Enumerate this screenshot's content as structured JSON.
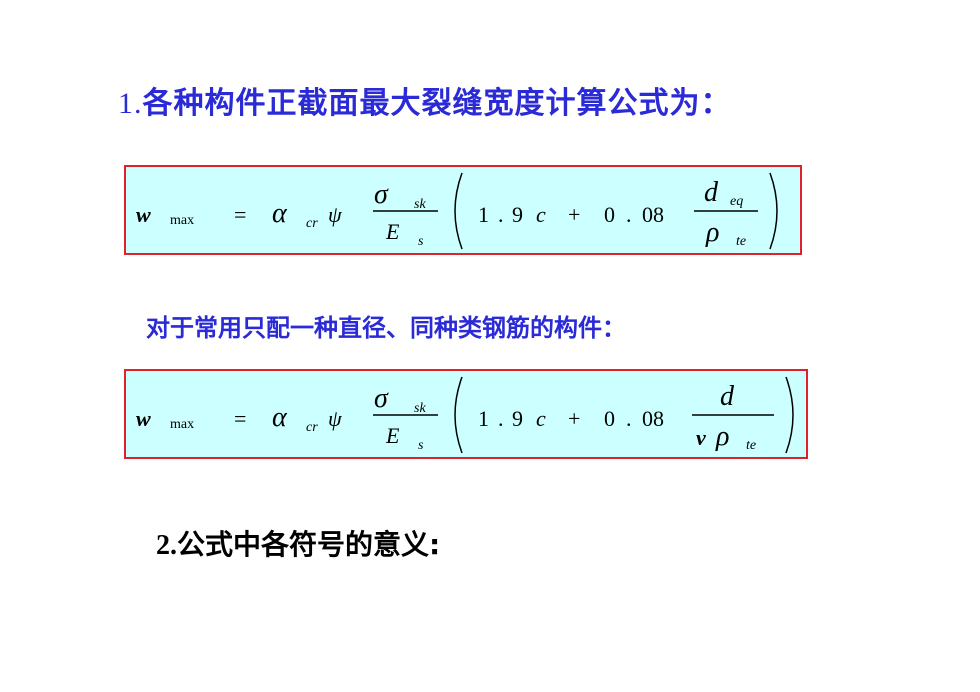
{
  "heading1": {
    "number": "1.",
    "text": "各种构件正截面最大裂缝宽度计算公式为："
  },
  "formula1": {
    "w": "w",
    "max": "max",
    "eq": "=",
    "alpha": "α",
    "cr": "cr",
    "psi": "ψ",
    "sigma": "σ",
    "sk": "sk",
    "E": "E",
    "s": "s",
    "c19a": "1",
    "dot1": ".",
    "c19b": "9",
    "c": "c",
    "plus": "+",
    "c008a": "0",
    "dot2": ".",
    "c008b": "08",
    "d": "d",
    "deq": "eq",
    "rho": "ρ",
    "te": "te"
  },
  "subheading": "对于常用只配一种直径、同种类钢筋的构件：",
  "formula2": {
    "w": "w",
    "max": "max",
    "eq": "=",
    "alpha": "α",
    "cr": "cr",
    "psi": "ψ",
    "sigma": "σ",
    "sk": "sk",
    "E": "E",
    "s": "s",
    "c19a": "1",
    "dot1": ".",
    "c19b": "9",
    "c": "c",
    "plus": "+",
    "c008a": "0",
    "dot2": ".",
    "c008b": "08",
    "d": "d",
    "v": "v",
    "rho": "ρ",
    "te": "te"
  },
  "heading2": {
    "number": "2.",
    "text": "公式中各符号的意义:"
  },
  "colors": {
    "heading": "#2a2ad6",
    "box_fill": "#ccffff",
    "box_border": "#e0202a"
  }
}
